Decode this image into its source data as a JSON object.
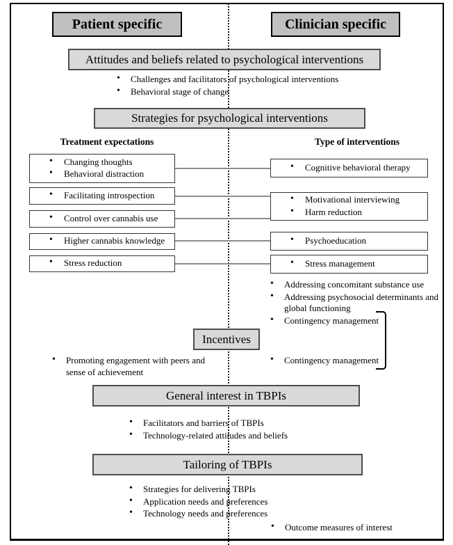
{
  "title_headers": {
    "patient": "Patient specific",
    "clinician": "Clinician specific"
  },
  "section_boxes": {
    "attitudes": "Attitudes and beliefs related to psychological interventions",
    "strategies": "Strategies for psychological interventions",
    "incentives": "Incentives",
    "general_interest": "General interest in TBPIs",
    "tailoring": "Tailoring of TBPIs"
  },
  "column_headers": {
    "left": "Treatment expectations",
    "right": "Type of interventions"
  },
  "left_boxes": [
    [
      "Changing thoughts",
      "Behavioral distraction"
    ],
    [
      "Facilitating introspection"
    ],
    [
      "Control over cannabis use"
    ],
    [
      "Higher cannabis knowledge"
    ],
    [
      "Stress reduction"
    ]
  ],
  "right_boxes": [
    [
      "Cognitive behavioral therapy"
    ],
    [
      "Motivational interviewing",
      "Harm reduction"
    ],
    [
      "Psychoeducation"
    ],
    [
      "Stress management"
    ]
  ],
  "bullet_lists": {
    "under_attitudes": [
      "Challenges and facilitators of psychological interventions",
      "Behavioral stage of change"
    ],
    "clinician_additional": [
      "Addressing concomitant substance use",
      "Addressing psychosocial determinants and global functioning",
      "Contingency management"
    ],
    "patient_incentives": [
      "Promoting engagement with peers and sense of achievement"
    ],
    "clinician_incentives": [
      "Contingency management"
    ],
    "under_general_interest": [
      "Facilitators and barriers of TBPIs",
      "Technology-related attitudes and beliefs"
    ],
    "under_tailoring": [
      "Strategies for delivering TBPIs",
      "Application needs and preferences",
      "Technology needs and preferences"
    ],
    "clinician_outcome": [
      "Outcome measures of interest"
    ]
  },
  "colors": {
    "header_box_fill": "#c0c0c0",
    "section_box_fill": "#d9d9d9",
    "box_border": "#000000",
    "section_border": "#4d4d4d",
    "connector_line": "#8c8c8c",
    "background": "#ffffff"
  }
}
